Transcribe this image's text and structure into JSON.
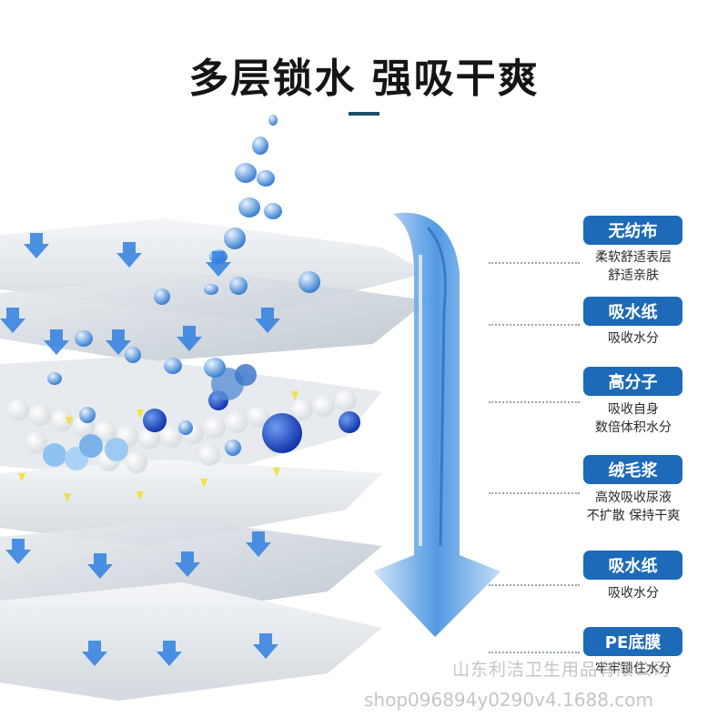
{
  "headline": "多层锁水 强吸干爽",
  "colors": {
    "badge": "#1d6ab8",
    "accent": "#1a4f6b",
    "water": "#3a8ee0"
  },
  "layers": [
    {
      "badge": "无纺布",
      "desc": [
        "柔软舒适表层",
        "舒适亲肤"
      ]
    },
    {
      "badge": "吸水纸",
      "desc": [
        "吸收水分"
      ]
    },
    {
      "badge": "高分子",
      "desc": [
        "吸收自身",
        "数倍体积水分"
      ]
    },
    {
      "badge": "绒毛浆",
      "desc": [
        "高效吸收尿液",
        "不扩散 保持干爽"
      ]
    },
    {
      "badge": "吸水纸",
      "desc": [
        "吸收水分"
      ]
    },
    {
      "badge": "PE底膜",
      "desc": [
        "牢牢锁住水分"
      ]
    }
  ],
  "watermark": {
    "company": "山东利洁卫生用品有限公司",
    "shop": "shop096894y0290v4.1688.com"
  },
  "icons": [
    "down-arrow-icon",
    "water-droplet-icon",
    "big-water-arrow-icon"
  ]
}
